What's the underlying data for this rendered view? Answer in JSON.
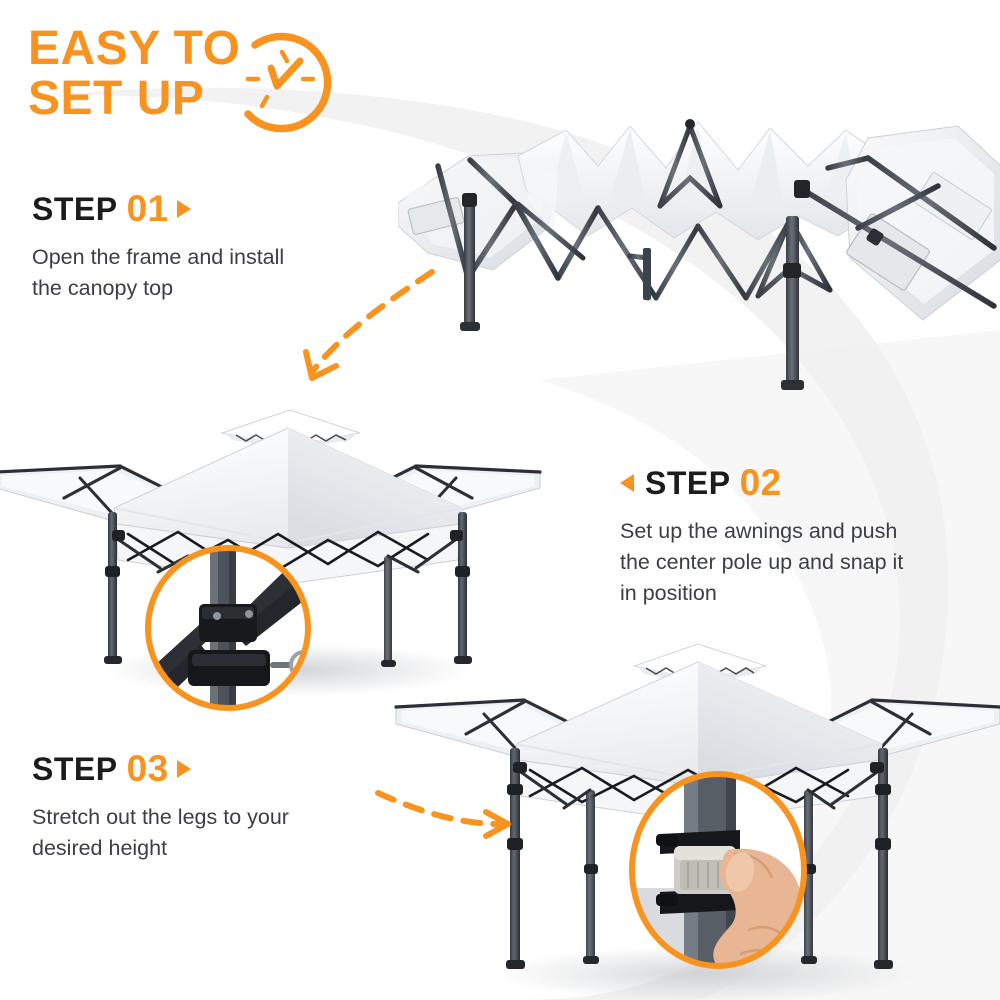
{
  "theme": {
    "orange": "#F7931E",
    "dark_text": "#1c1c1c",
    "body_text": "#3b3f45",
    "background": "#FFFFFF",
    "swoosh_gray": "#F1F1F1",
    "frame_dark": "#4a4f57",
    "frame_black": "#23262b",
    "skin_tone": "#E8B694"
  },
  "headline": {
    "line1": "EASY TO",
    "line2": "SET UP",
    "icon": "clock-icon"
  },
  "steps": [
    {
      "id": "step01",
      "label": "STEP",
      "number": "01",
      "marker": "triangle-right",
      "description": "Open the frame and install\nthe canopy  top"
    },
    {
      "id": "step02",
      "label": "STEP",
      "number": "02",
      "marker": "triangle-left",
      "description": "Set up the awnings and push\nthe center pole up and snap it\nin position"
    },
    {
      "id": "step03",
      "label": "STEP",
      "number": "03",
      "marker": "triangle-right",
      "description": "Stretch out the legs to your\ndesired height"
    }
  ],
  "illustrations": [
    {
      "id": "prod01",
      "name": "folded-canopy-frame-photo"
    },
    {
      "id": "prod02",
      "name": "canopy-with-awnings-photo",
      "inset": "pin-lock-detail-inset"
    },
    {
      "id": "prod03",
      "name": "canopy-legs-extended-photo",
      "inset": "leg-height-button-detail-inset"
    }
  ],
  "arrows": [
    {
      "name": "dashed-arrow-step1-to-step2",
      "direction": "down-left"
    },
    {
      "name": "dashed-arrow-step2-to-step3",
      "direction": "right"
    }
  ]
}
